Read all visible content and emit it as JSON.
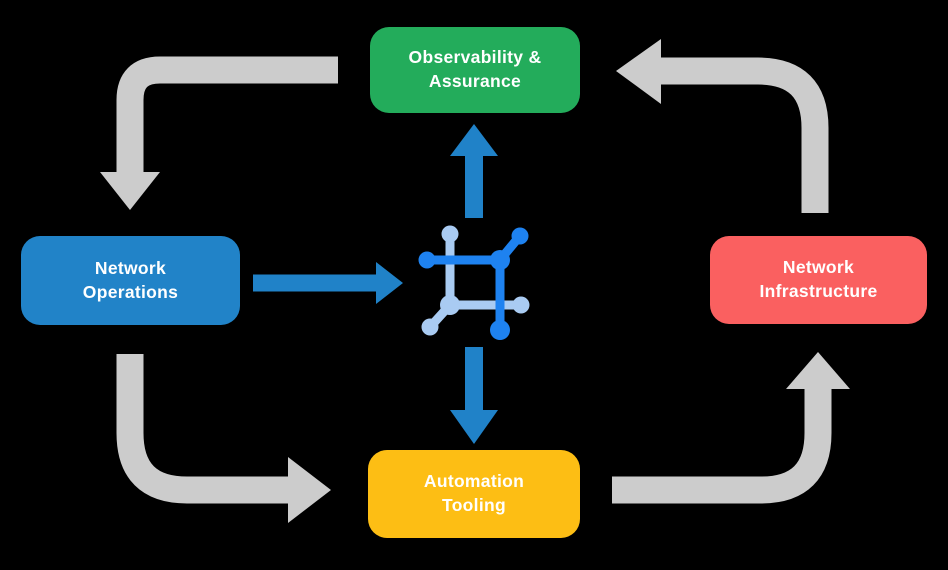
{
  "palette": {
    "background": "#000000",
    "arrow_gray": "#CCCCCC",
    "arrow_blue": "#2082C8",
    "icon_dark_blue": "#1E82F0",
    "icon_light_blue": "#A9CBF2",
    "text_white": "#FFFFFF"
  },
  "nodes": {
    "observability": {
      "label": "Observability &\nAssurance",
      "color": "#23AC5B"
    },
    "operations": {
      "label": "Network\nOperations",
      "color": "#2183C8"
    },
    "infrastructure": {
      "label": "Network\nInfrastructure",
      "color": "#FA6060"
    },
    "automation": {
      "label": "Automation\nTooling",
      "color": "#FDBE14"
    }
  },
  "center_icon": {
    "name": "network-chip-icon",
    "dark_color": "#1E82F0",
    "light_color": "#A9CBF2"
  },
  "flows": {
    "outer_cycle": [
      {
        "from": "Observability & Assurance",
        "to": "Network Operations",
        "color": "#CCCCCC"
      },
      {
        "from": "Network Operations",
        "to": "Automation Tooling",
        "color": "#CCCCCC"
      },
      {
        "from": "Automation Tooling",
        "to": "Network Infrastructure",
        "color": "#CCCCCC"
      },
      {
        "from": "Network Infrastructure",
        "to": "Observability & Assurance",
        "color": "#CCCCCC"
      }
    ],
    "center_links": [
      {
        "from": "Network Operations",
        "to": "network-chip-icon",
        "color": "#2082C8"
      },
      {
        "from": "network-chip-icon",
        "to": "Observability & Assurance",
        "color": "#2082C8"
      },
      {
        "from": "network-chip-icon",
        "to": "Automation Tooling",
        "color": "#2082C8"
      }
    ]
  }
}
